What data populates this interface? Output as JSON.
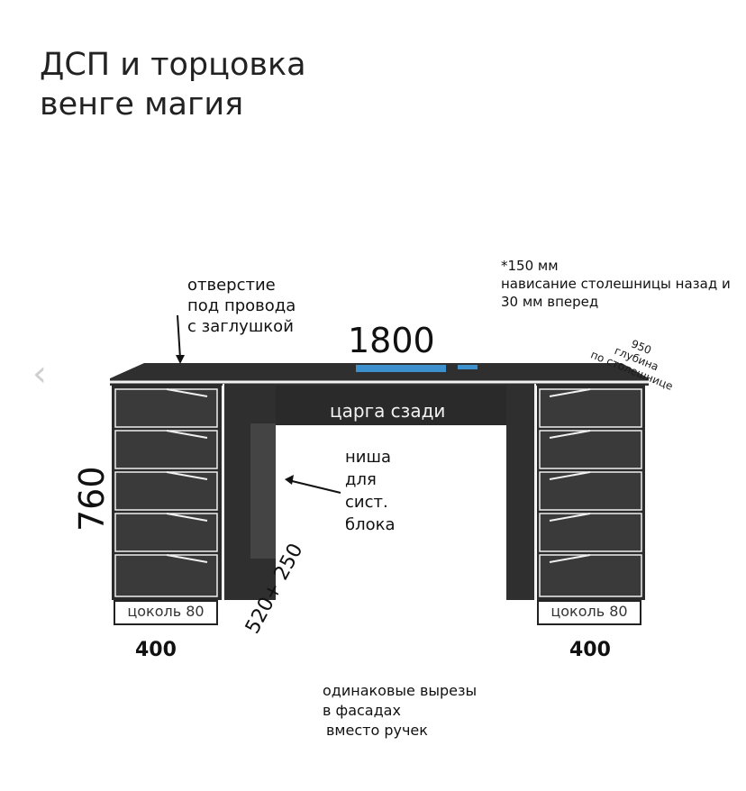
{
  "title": {
    "line1": "ДСП и торцовка",
    "line2": "венге магия"
  },
  "notes": {
    "cable_hole": [
      "отверстие",
      "под провода",
      "с заглушкой"
    ],
    "overhang": [
      "*150 мм",
      "нависание столешницы назад и",
      "30 мм вперед"
    ],
    "depth": [
      "950",
      "глубина",
      "по столешнице"
    ],
    "back_rail": "царга сзади",
    "niche": [
      "ниша",
      "для",
      "сист.",
      "блока"
    ],
    "niche_dim": "520+ 250",
    "cutouts": [
      "одинаковые вырезы",
      "в фасадах",
      "вместо ручек"
    ]
  },
  "dimensions": {
    "width": "1800",
    "height": "760",
    "left_cabinet": "400",
    "right_cabinet": "400",
    "left_plinth": "цоколь 80",
    "right_plinth": "цоколь 80"
  },
  "colors": {
    "body": "#2f2f2f",
    "drawer": "#3a3a3a",
    "edge": "#ffffff",
    "glow": "#3fa9f5"
  },
  "icons": {
    "nav": "chevron-left-icon"
  }
}
